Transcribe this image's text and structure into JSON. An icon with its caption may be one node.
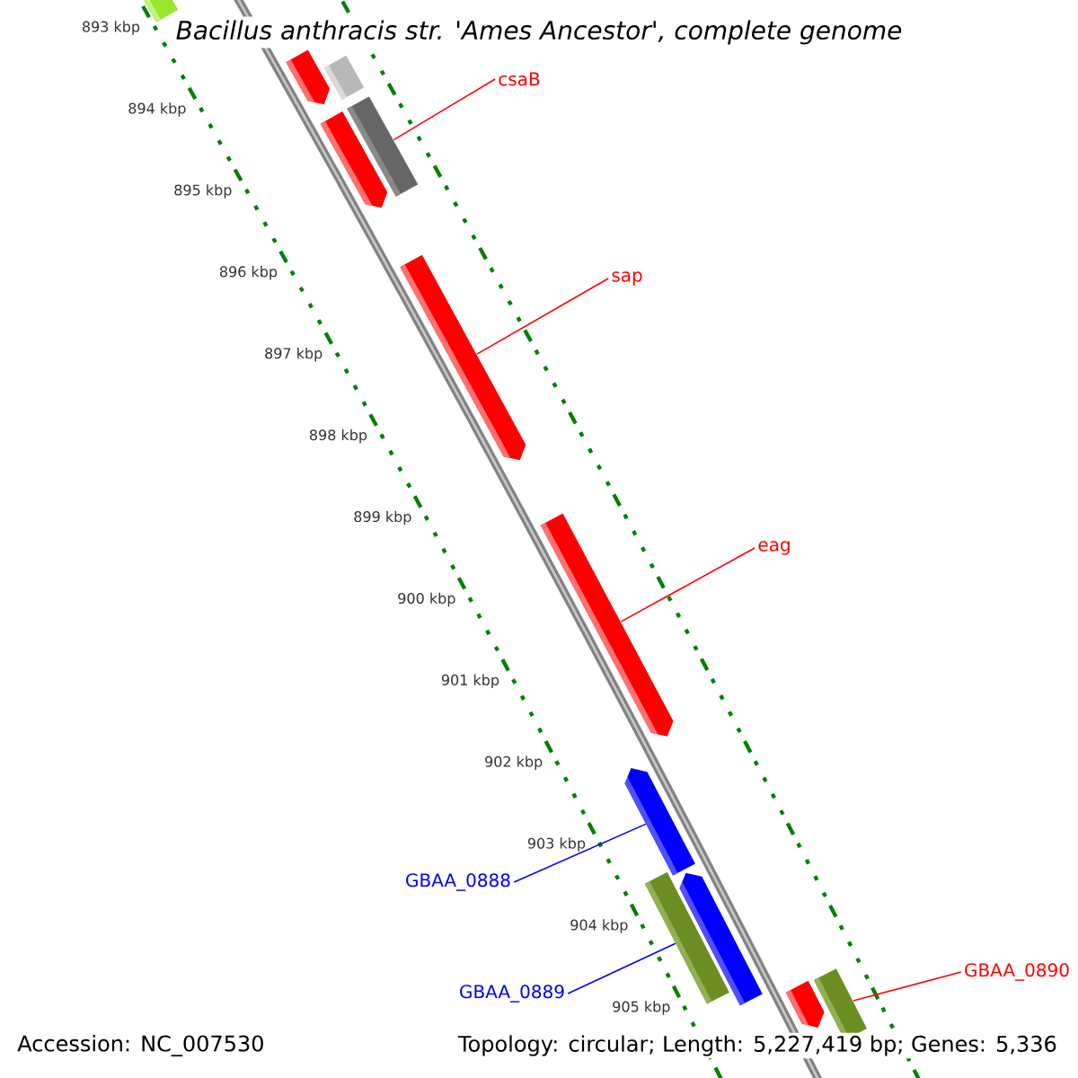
{
  "diagram": {
    "title": "Bacillus anthracis str. 'Ames Ancestor', complete genome",
    "nodes": [
      {
        "text": [],
        "shape": "bar"
      },
      {
        "text": [],
        "shape": "bar"
      },
      {
        "text": [],
        "shape": "bar"
      },
      {
        "text": [
          "csaB"
        ]
      },
      {
        "text": [],
        "shape": "bar"
      },
      {
        "text": [],
        "shape": "bar"
      },
      {
        "text": [
          "sap"
        ]
      },
      {
        "text": [],
        "shape": "bar"
      },
      {
        "text": [
          "eag"
        ]
      },
      {
        "text": [],
        "shape": "bar"
      },
      {
        "text": [],
        "shape": "bar"
      },
      {
        "text": [
          "GBAA_0888"
        ]
      },
      {
        "text": [],
        "shape": "bar"
      },
      {
        "text": [],
        "shape": "bar"
      },
      {
        "text": [
          "GBAA_0889"
        ]
      },
      {
        "text": [
          "GBAA_0890"
        ]
      },
      {
        "text": [],
        "shape": "bar"
      },
      {
        "text": [],
        "shape": "bar"
      }
    ],
    "edges": [
      {
        "from": 3,
        "to": 5,
        "arrow": "none"
      },
      {
        "from": 6,
        "to": 7,
        "arrow": "none"
      },
      {
        "from": 8,
        "to": 9,
        "arrow": "none"
      },
      {
        "from": 11,
        "to": 10,
        "arrow": "none",
        "color": "#0000ff"
      },
      {
        "from": 14,
        "to": 13,
        "arrow": "none",
        "color": "#0000ff"
      },
      {
        "from": 15,
        "to": 17,
        "arrow": "none"
      }
    ],
    "labels": [
      "893 kbp",
      "894 kbp",
      "895 kbp",
      "896 kbp",
      "897 kbp",
      "898 kbp",
      "899 kbp",
      "900 kbp",
      "901 kbp",
      "902 kbp",
      "903 kbp",
      "904 kbp",
      "905 kbp",
      "Accession: NC_007530",
      "Topology: circular; Length: 5,227,419 bp; Genes: 5,336"
    ]
  }
}
